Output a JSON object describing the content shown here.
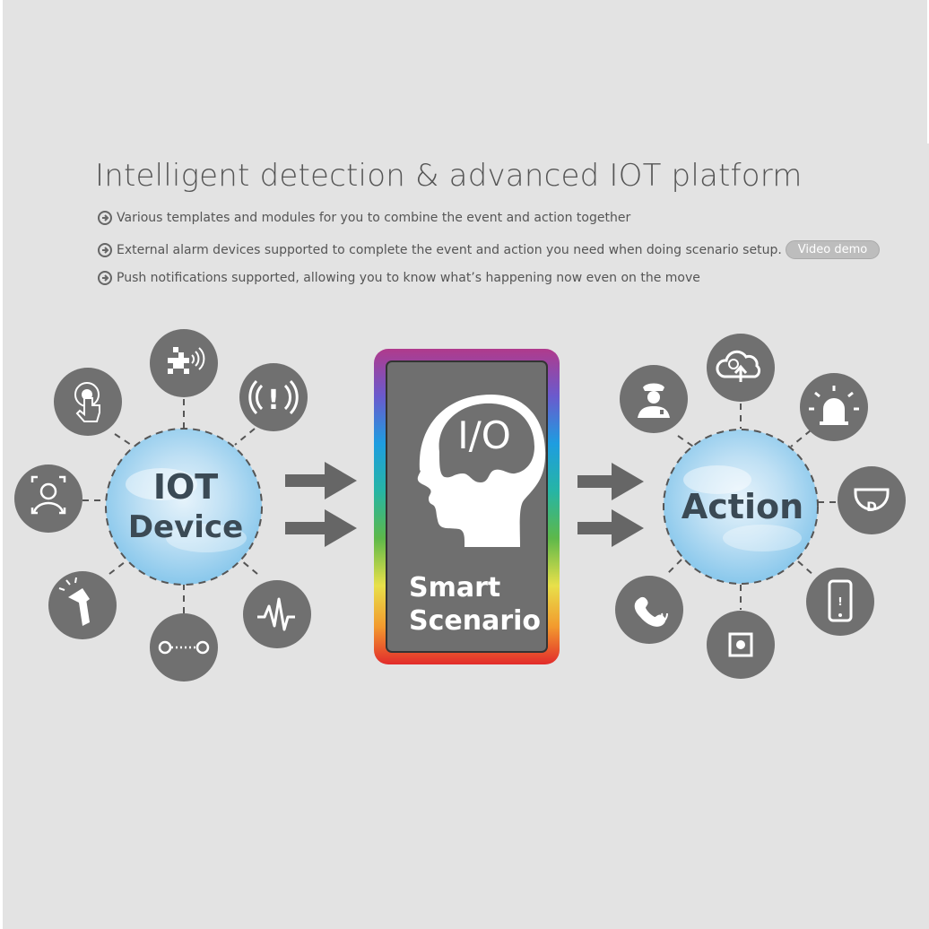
{
  "header": {
    "title": "Intelligent detection & advanced IOT platform"
  },
  "bullets": [
    {
      "text": "Various templates and modules for you to combine the event and action together"
    },
    {
      "text": "External alarm devices supported to complete the event and action you need when doing scenario setup.",
      "button": "Video demo"
    },
    {
      "text": "Push notifications supported, allowing you to know what’s happening now even on the move"
    }
  ],
  "diagram": {
    "left_hub": {
      "line1": "IOT",
      "line2": "Device"
    },
    "center": {
      "brain_text": "I/O",
      "line1": "Smart",
      "line2": "Scenario"
    },
    "right_hub": {
      "label": "Action"
    },
    "input_icons": [
      "motion-detection-icon",
      "sound-alarm-icon",
      "waveform-icon",
      "line-crossing-icon",
      "tamper-hammer-icon",
      "face-detection-icon",
      "touch-button-icon"
    ],
    "output_icons": [
      "cloud-upload-icon",
      "siren-icon",
      "camera-dome-icon",
      "phone-notification-icon",
      "alarm-output-icon",
      "phone-call-icon",
      "guard-icon"
    ]
  },
  "colors": {
    "icon_bg": "#707070",
    "arrow": "#666666",
    "hub_text": "#3b4a55",
    "frame_inner": "#6f6f6f"
  }
}
